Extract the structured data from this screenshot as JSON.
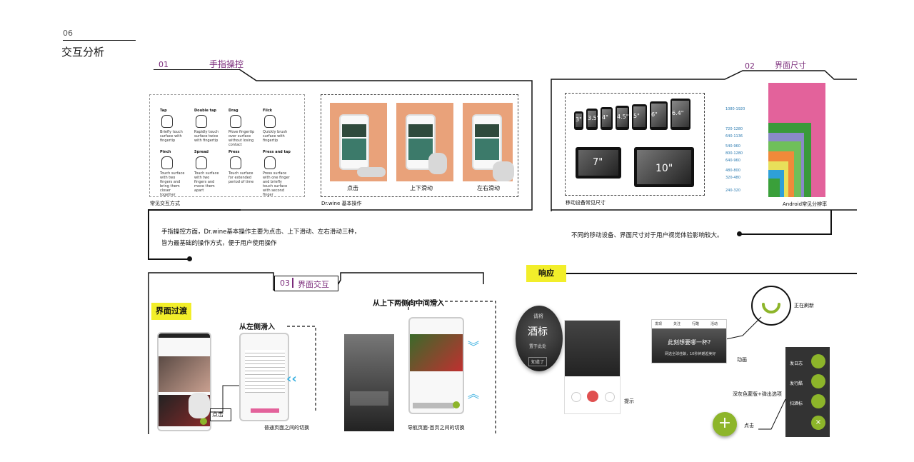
{
  "header": {
    "page_number": "06",
    "title": "交互分析"
  },
  "section1": {
    "number": "01",
    "title": "手指操控",
    "gestures_caption": "常见交互方式",
    "gestures": [
      {
        "name": "Tap",
        "desc": "Briefly touch surface with fingertip"
      },
      {
        "name": "Double tap",
        "desc": "Rapidly touch surface twice with fingertip"
      },
      {
        "name": "Drag",
        "desc": "Move fingertip over surface without losing contact"
      },
      {
        "name": "Flick",
        "desc": "Quickly brush surface with fingertip"
      },
      {
        "name": "Pinch",
        "desc": "Touch surface with two fingers and bring them closer together"
      },
      {
        "name": "Spread",
        "desc": "Touch surface with two fingers and move them apart"
      },
      {
        "name": "Press",
        "desc": "Touch surface for extended period of time"
      },
      {
        "name": "Press and tap",
        "desc": "Press surface with one finger and briefly touch surface with second finger"
      }
    ],
    "demo_caption": "Dr.wine 基本操作",
    "demo_labels": [
      "点击",
      "上下滑动",
      "左右滑动"
    ],
    "description_line1": "手指操控方面，Dr.wine基本操作主要为点击、上下滑动、左右滑动三种，",
    "description_line2": "皆为最基础的操作方式，便于用户使用操作"
  },
  "section2": {
    "number": "02",
    "title": "界面尺寸",
    "devices_caption": "移动设备常见尺寸",
    "phone_sizes": [
      "3\"",
      "3.5\"",
      "4\"",
      "4.5\"",
      "5\"",
      "6\"",
      "6.4\""
    ],
    "tablet_sizes": [
      "7\"",
      "10\""
    ],
    "resolution_caption": "Android常见分辨率",
    "resolutions": [
      "1080-1920",
      "720-1280",
      "640-1136",
      "540-960",
      "800-1280",
      "640-960",
      "480-800",
      "320-480",
      "240-320"
    ],
    "description": "不同的移动设备、界面尺寸对于用户视觉体验影响较大。"
  },
  "section3": {
    "number": "03",
    "title": "界面交互",
    "transition_tag": "界面过渡",
    "left_slide": "从左侧滑入",
    "click_label": "点击",
    "normal_switch": "普通页面之间的切换",
    "middle_slide": "从上下两侧向中间滑入",
    "nav_switch": "导航页面-首页之间的切换"
  },
  "section4": {
    "tag": "响应",
    "bubble_small": "请将",
    "bubble_big": "酒标",
    "bubble_sub": "置于此处",
    "bubble_btn": "知道了",
    "scan_hint": "提示",
    "refresh_label": "正在刷新",
    "animation_label": "动画",
    "tabs": [
      "发现",
      "关注",
      "行酷",
      "活动"
    ],
    "search_text": "此刻想要哪一杯?",
    "search_sub": "网选全球佳酿，10秒钟邂逅美好",
    "overlay_label": "深灰色蒙版+弹出选项",
    "fab_label": "点击",
    "menu_items": [
      "发日志",
      "发行酷",
      "扫酒标"
    ]
  },
  "colors": {
    "accent_yellow": "#f2ee2a",
    "purple": "#7a2a7a",
    "fab_green": "#8db52a"
  }
}
